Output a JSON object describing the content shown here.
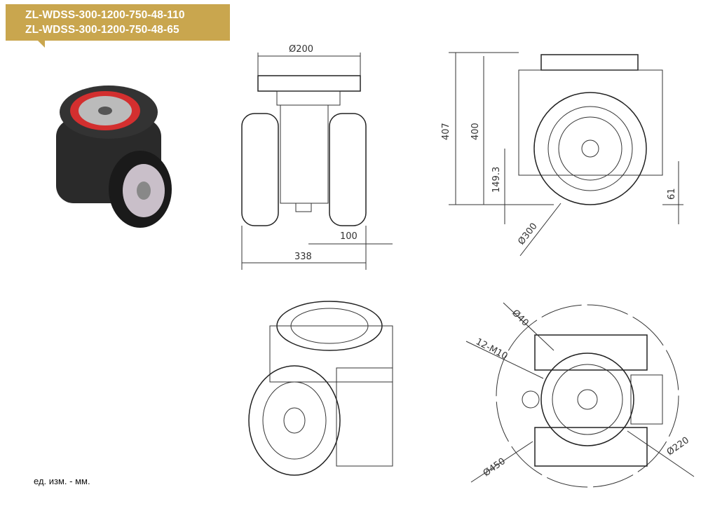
{
  "models": [
    "ZL-WDSS-300-1200-750-48-110",
    "ZL-WDSS-300-1200-750-48-65"
  ],
  "units_note": "ед. изм. - мм.",
  "front_view": {
    "top_diameter": "Ø200",
    "wheel_width": "100",
    "overall_width": "338"
  },
  "side_view": {
    "height_total": "407",
    "height_body": "400",
    "axle_height": "149.3",
    "offset": "61",
    "wheel_diameter": "Ø300"
  },
  "top_view": {
    "hole_diameter": "Ø40",
    "bolts": "12-M10",
    "swing_diameter": "Ø450",
    "bolt_circle": "Ø220"
  },
  "colors": {
    "banner": "#c9a64e",
    "ring": "#d32f2f"
  }
}
